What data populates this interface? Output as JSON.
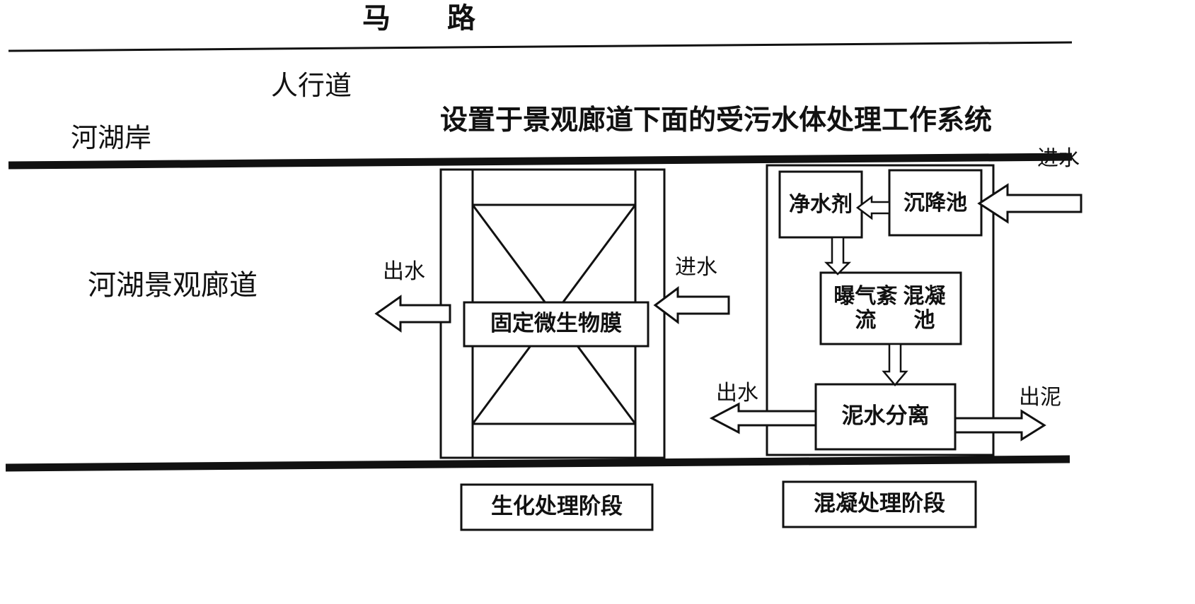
{
  "labels": {
    "road": "马　　路",
    "sidewalk": "人行道",
    "bank": "河湖岸",
    "title": "设置于景观廊道下面的受污水体处理工作系统",
    "corridor": "河湖景观廊道",
    "bio_out": "出水",
    "bio_in": "进水",
    "coag_in": "进水",
    "coag_out_water": "出水",
    "coag_out_sludge": "出泥"
  },
  "boxes": {
    "biofilm": "固定微生物膜",
    "purifier": "净水剂",
    "settling": "沉降池",
    "aeration": "曝气紊流混凝池",
    "separation": "泥水分离",
    "bio_stage": "生化处理阶段",
    "coag_stage": "混凝处理阶段"
  },
  "colors": {
    "ink": "#111111",
    "paper": "#ffffff"
  }
}
